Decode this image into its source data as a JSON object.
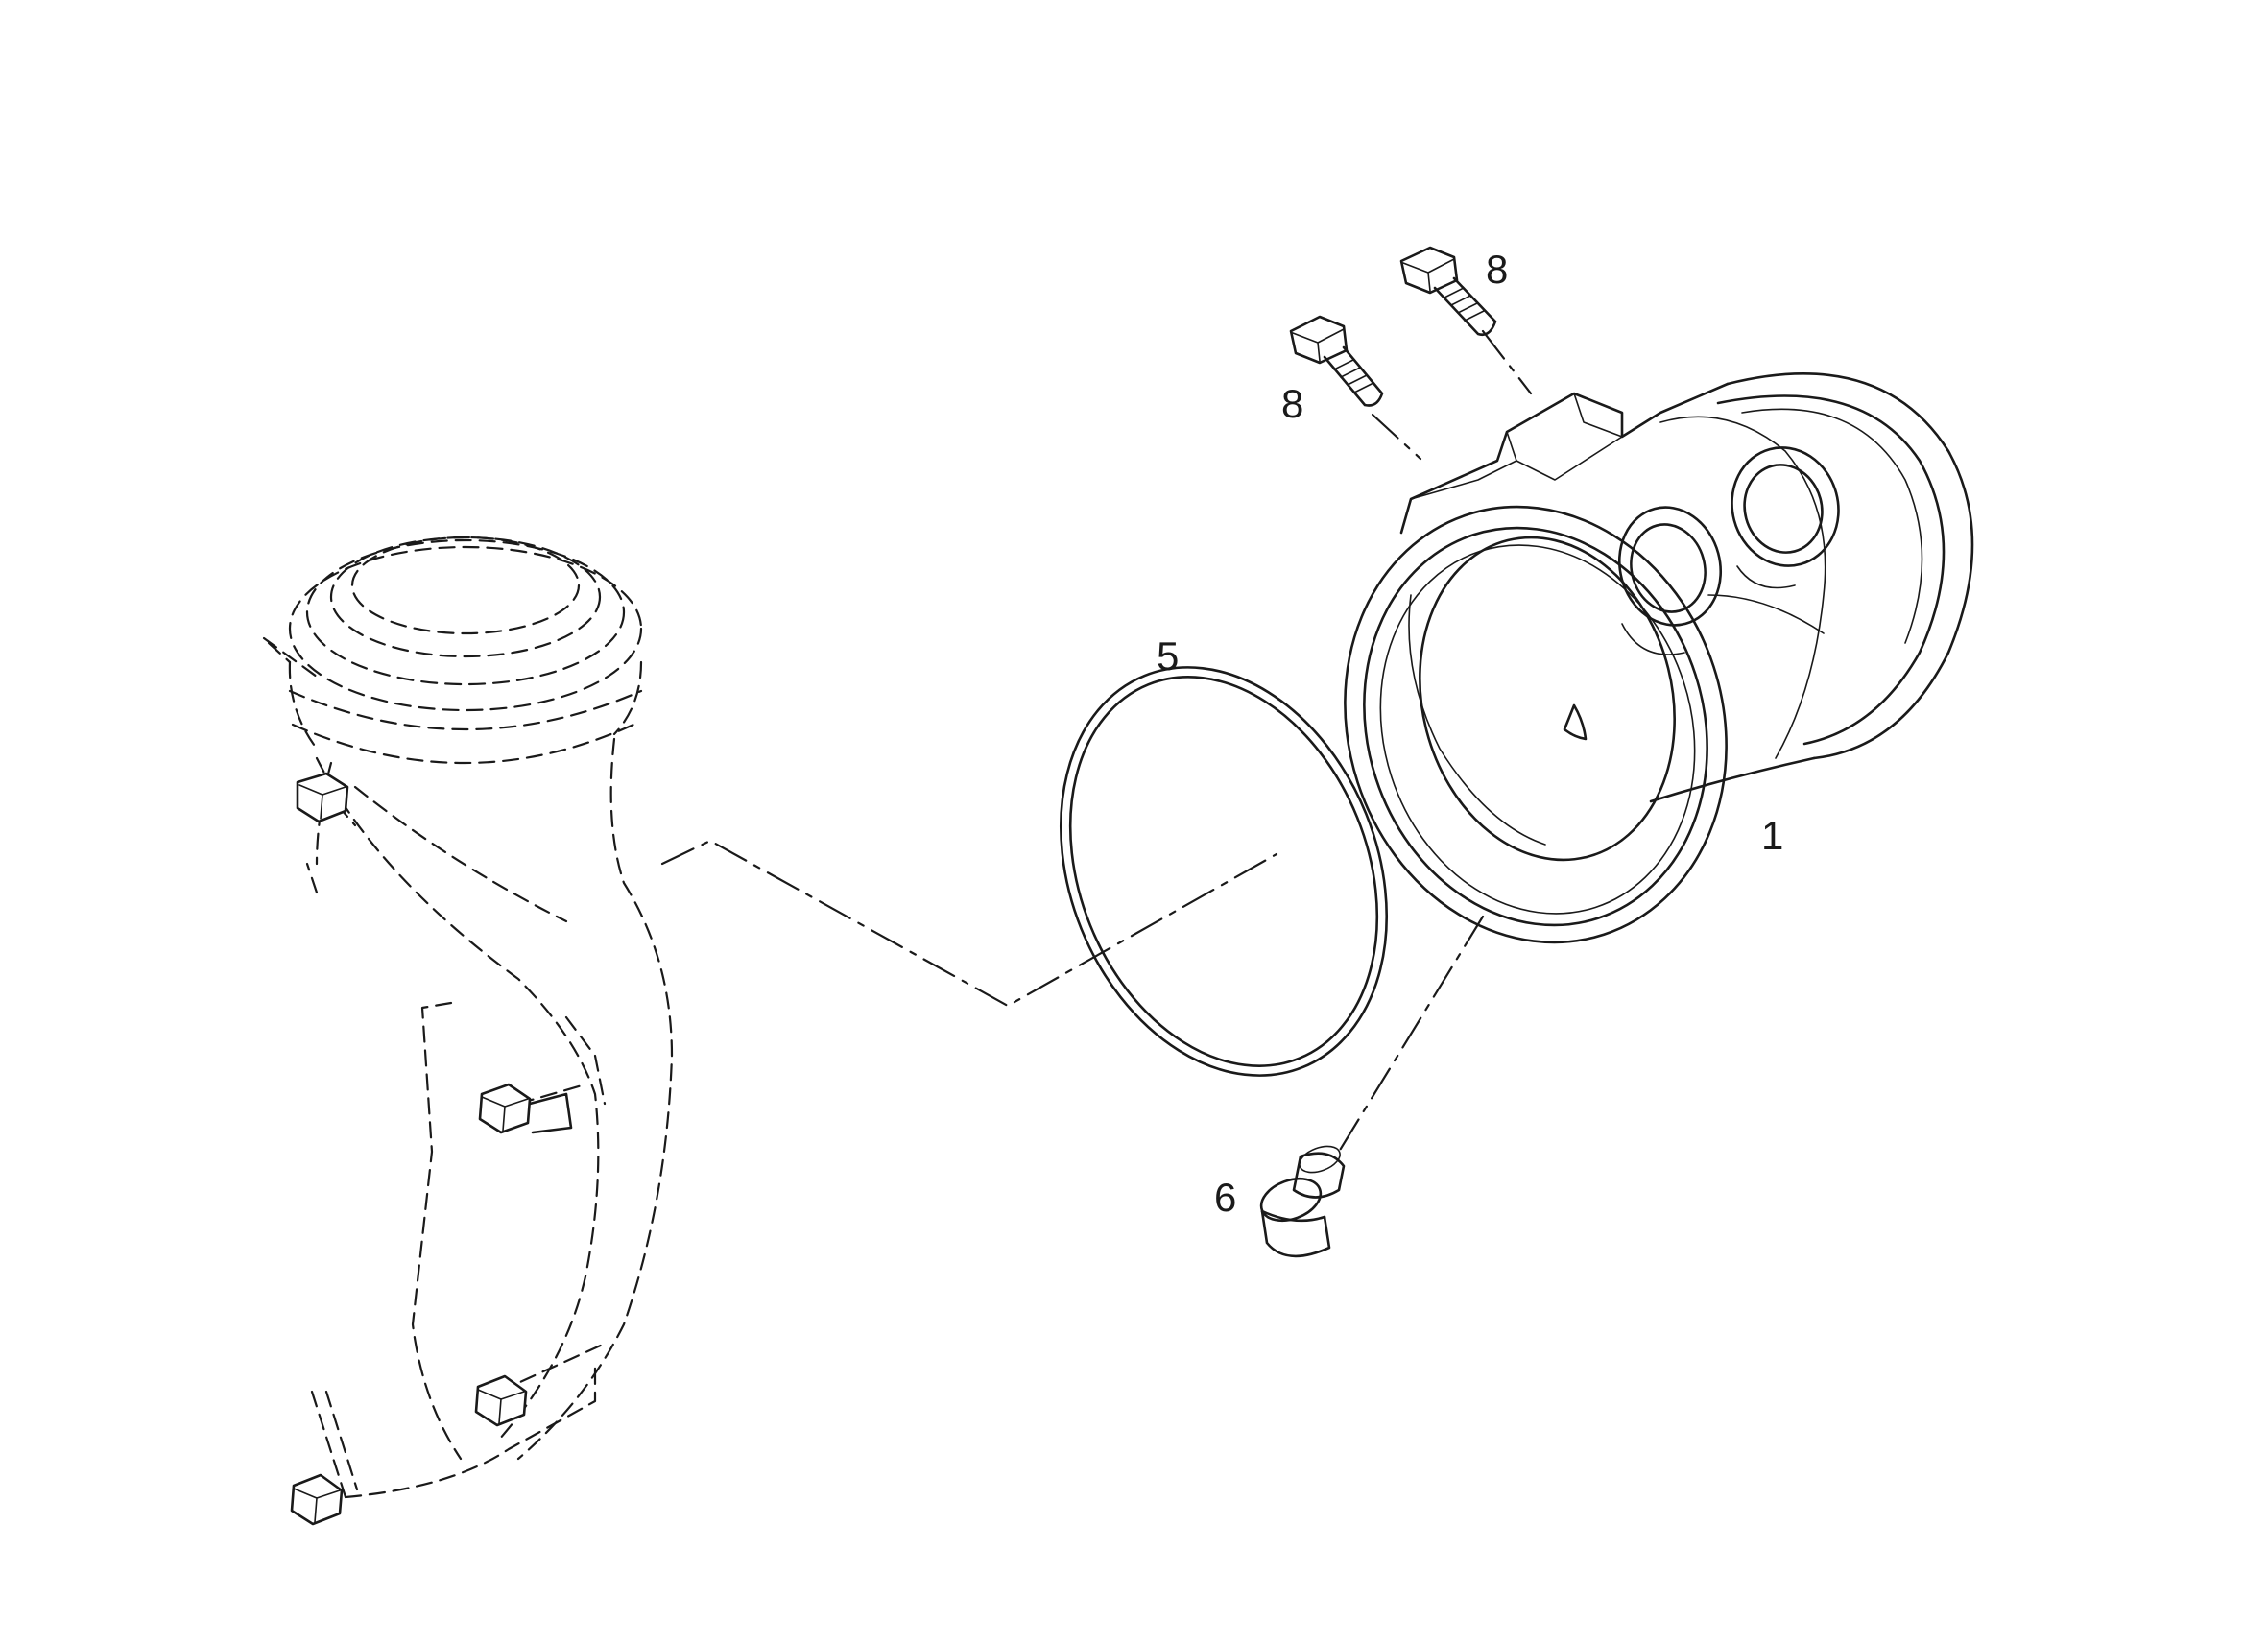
{
  "callouts": {
    "housing": "1",
    "o_ring": "5",
    "plug": "6",
    "bolt_upper": "8",
    "bolt_lower": "8"
  },
  "colors": {
    "line": "#1a1a1a",
    "background": "#ffffff"
  }
}
